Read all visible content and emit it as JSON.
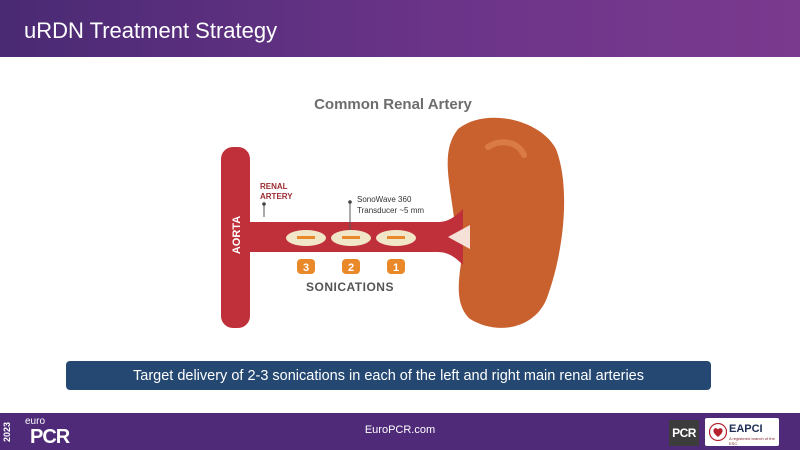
{
  "header": {
    "title": "uRDN Treatment Strategy"
  },
  "diagram": {
    "title": "Common Renal Artery",
    "aorta_label": "AORTA",
    "renal_artery_label": [
      "RENAL",
      "ARTERY"
    ],
    "transducer_label": [
      "SonoWave 360",
      "Transducer ~5 mm"
    ],
    "sonication_numbers": [
      "3",
      "2",
      "1"
    ],
    "sonications_label": "SONICATIONS",
    "colors": {
      "artery": "#c0303a",
      "kidney": "#c9612f",
      "marker": "#f2e6c8",
      "number_badge": "#e9892a"
    }
  },
  "banner": {
    "text": "Target delivery of 2-3 sonications in each of the left and right main renal arteries"
  },
  "footer": {
    "year": "2023",
    "brand_prefix": "euro",
    "brand": "PCR",
    "url": "EuroPCR.com",
    "logo_pcr": "PCR",
    "logo_eapci": "EAPCI",
    "logo_eapci_sub": "A registered branch of the ESC"
  }
}
